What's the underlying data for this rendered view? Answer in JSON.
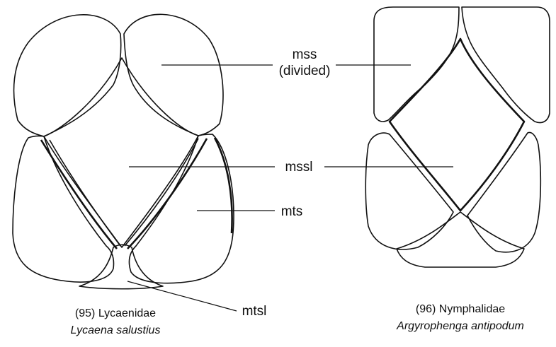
{
  "labels": {
    "mss": "mss",
    "mss_divided": "(divided)",
    "mssl": "mssl",
    "mts": "mts",
    "mtsl": "mtsl"
  },
  "captions": {
    "left_family": "(95) Lycaenidae",
    "left_species": "Lycaena salustius",
    "right_family": "(96) Nymphalidae",
    "right_species": "Argyrophenga antipodum"
  }
}
